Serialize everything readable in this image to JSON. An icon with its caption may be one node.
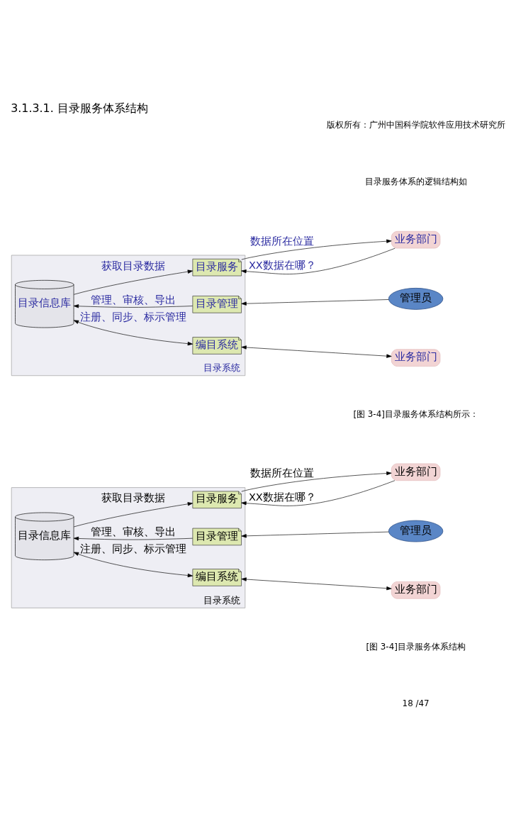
{
  "diagram": {
    "title": "3.1.3.1. 目录服务体系结构",
    "caption": "[图 3-4]目录服务体系结构",
    "nodes": [
      {
        "text": [
          "目录系统"
        ]
      },
      {
        "text": [
          "业务部门"
        ]
      },
      {
        "text": [
          "目录服务"
        ],
        "in": 0
      },
      {
        "text": [
          "目录信息库"
        ],
        "in": 0
      },
      {
        "text": [
          "管理员"
        ]
      },
      {
        "text": [
          "目录管理"
        ],
        "in": 0
      },
      {
        "text": [
          "业务部门"
        ]
      },
      {
        "text": [
          "编目系统"
        ],
        "in": 0
      },
      {
        "text": [
          "目录系统"
        ]
      },
      {
        "text": [
          "业务部门"
        ]
      },
      {
        "text": [
          "目录服务"
        ],
        "in": 8
      },
      {
        "text": [
          "目录信息库"
        ],
        "in": 8
      },
      {
        "text": [
          "管理员"
        ]
      },
      {
        "text": [
          "目录管理"
        ],
        "in": 8
      },
      {
        "text": [
          "业务部门"
        ]
      },
      {
        "text": [
          "编目系统"
        ],
        "in": 8
      }
    ],
    "edges": [
      {
        "from": 1,
        "to": 2,
        "arrow": "to",
        "label": "XX数据在哪？"
      },
      {
        "from": 2,
        "to": 1,
        "arrow": "to",
        "label": "数据所在位置"
      },
      {
        "from": 3,
        "to": 2,
        "arrow": "to",
        "label": "获取目录数据"
      },
      {
        "from": 4,
        "to": 5,
        "arrow": "to"
      },
      {
        "from": 5,
        "to": 3,
        "arrow": "to",
        "label": "管理、审核、导出"
      },
      {
        "from": 6,
        "to": 7,
        "arrow": "both"
      },
      {
        "from": 7,
        "to": 3,
        "arrow": "both",
        "label": "注册、同步、标示管理"
      },
      {
        "from": 9,
        "to": 10,
        "arrow": "to",
        "label": "XX数据在哪？"
      },
      {
        "from": 10,
        "to": 9,
        "arrow": "to",
        "label": "数据所在位置"
      },
      {
        "from": 11,
        "to": 10,
        "arrow": "to",
        "label": "获取目录数据"
      },
      {
        "from": 12,
        "to": 13,
        "arrow": "to"
      },
      {
        "from": 13,
        "to": 11,
        "arrow": "to",
        "label": "管理、审核、导出"
      },
      {
        "from": 14,
        "to": 15,
        "arrow": "both"
      },
      {
        "from": 15,
        "to": 11,
        "arrow": "both",
        "label": "注册、同步、标示管理"
      }
    ],
    "labels": [
      "版权所有：广州中国科学院软件应用技术研究所",
      "目录服务体系的逻辑结构如",
      "[图 3-4]目录服务体系结构所示：",
      "18 /47"
    ]
  }
}
